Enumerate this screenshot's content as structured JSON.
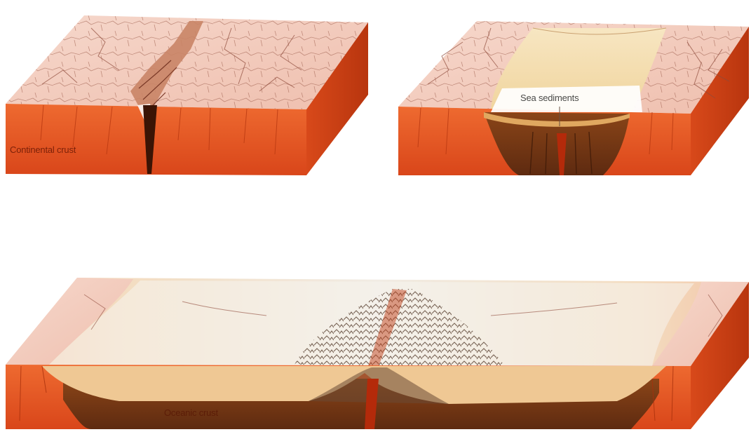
{
  "labels": {
    "continental_crust": "Continental crust",
    "sea_sediments": "Sea sediments",
    "oceanic_crust": "Oceanic crust"
  },
  "colors": {
    "crust_front": "#e8541e",
    "crust_side": "#c83d12",
    "crust_top": "#f3c8ba",
    "sediment": "#f2d59a",
    "deep_crust": "#7a3a16",
    "water": "#f4f3ef"
  }
}
